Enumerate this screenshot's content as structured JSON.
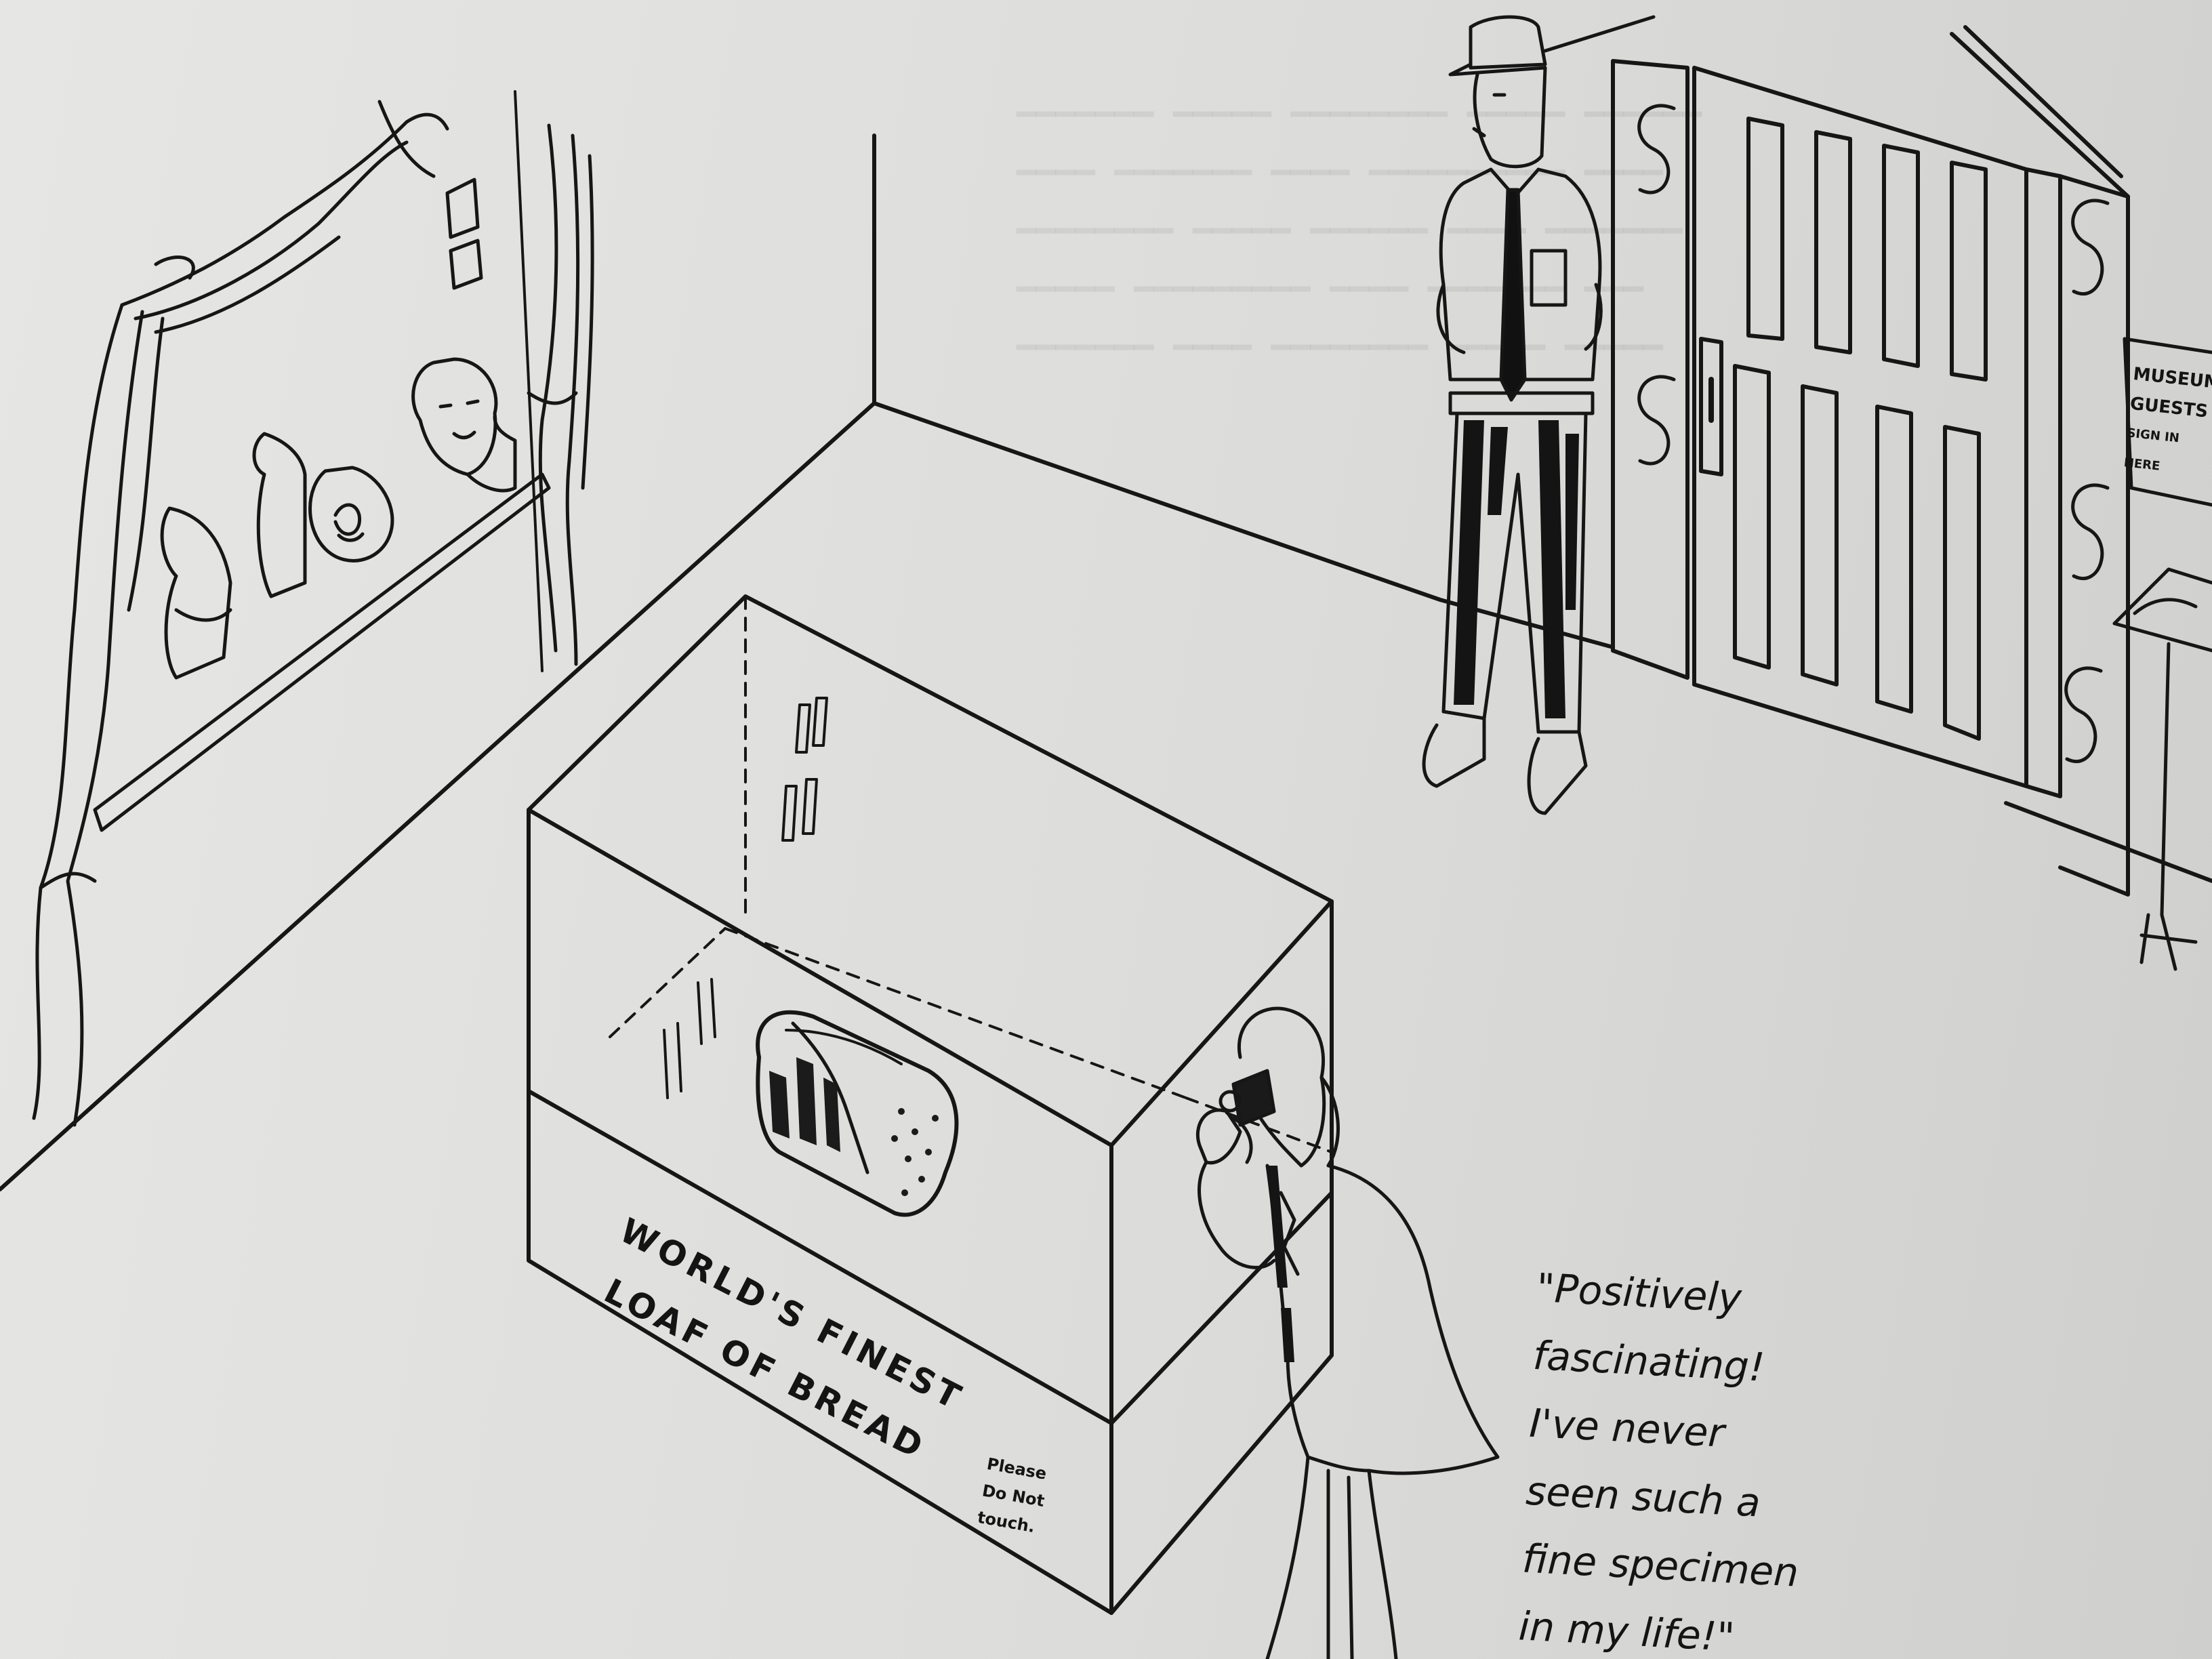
{
  "cartoon": {
    "case_label": {
      "line1": "WORLD'S FINEST",
      "line2": "LOAF OF BREAD"
    },
    "please_sign": [
      "Please",
      "Do Not",
      "touch."
    ],
    "guest_sign": {
      "line1": "MUSEUM",
      "line2": "GUESTS",
      "line3": "SIGN IN",
      "line4": "HERE"
    },
    "speech": [
      "\"Positively",
      "fascinating!",
      "I've never",
      "seen such a",
      "fine specimen",
      "in my life!\""
    ]
  },
  "colors": {
    "paper": "#e3e3e1",
    "ink": "#161616"
  }
}
